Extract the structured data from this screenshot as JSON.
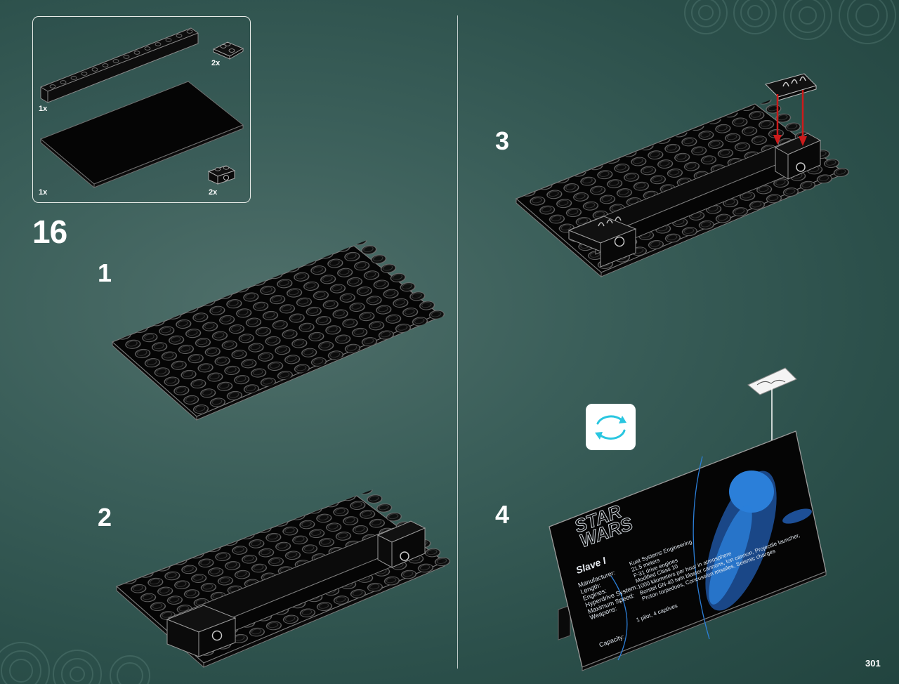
{
  "parts": {
    "items": [
      {
        "qty": "1x",
        "part": "brick-1x14",
        "color": "#111111"
      },
      {
        "qty": "2x",
        "part": "plate-2x2-clip",
        "color": "#111111"
      },
      {
        "qty": "1x",
        "part": "plate-8x16",
        "color": "#111111"
      },
      {
        "qty": "2x",
        "part": "technic-brick-1x2",
        "color": "#111111"
      }
    ]
  },
  "steps": {
    "main": "16",
    "sub": [
      "1",
      "2",
      "3",
      "4"
    ]
  },
  "plaque": {
    "logo_line1": "STAR",
    "logo_line2": "WARS",
    "model_name": "Slave I",
    "labels": [
      "Manufacturer:",
      "Length:",
      "Engines:",
      "Hyperdrive System:",
      "Maximum Speed:",
      "Weapons:"
    ],
    "values": [
      "Kuat Systems Engineering",
      "21.5 meters",
      "F-31 drive engines",
      "Modified Class 10",
      "1000 kilometers per hour in atmosphere",
      "Borstel GN-40 twin blaster cannons, Ion cannon, Projectile launcher, Proton torpedoes, Concussion missiles, Seismic charges"
    ],
    "crew_label": "Capacity:",
    "crew_value": "1 pilot, 4 captives",
    "accent_color": "#2b7fd9"
  },
  "icons": {
    "rotate": "rotate-arrows-icon",
    "arrow_color": "#cc1b1b",
    "rotate_color": "#29c6e0"
  },
  "page": {
    "number": "301"
  }
}
